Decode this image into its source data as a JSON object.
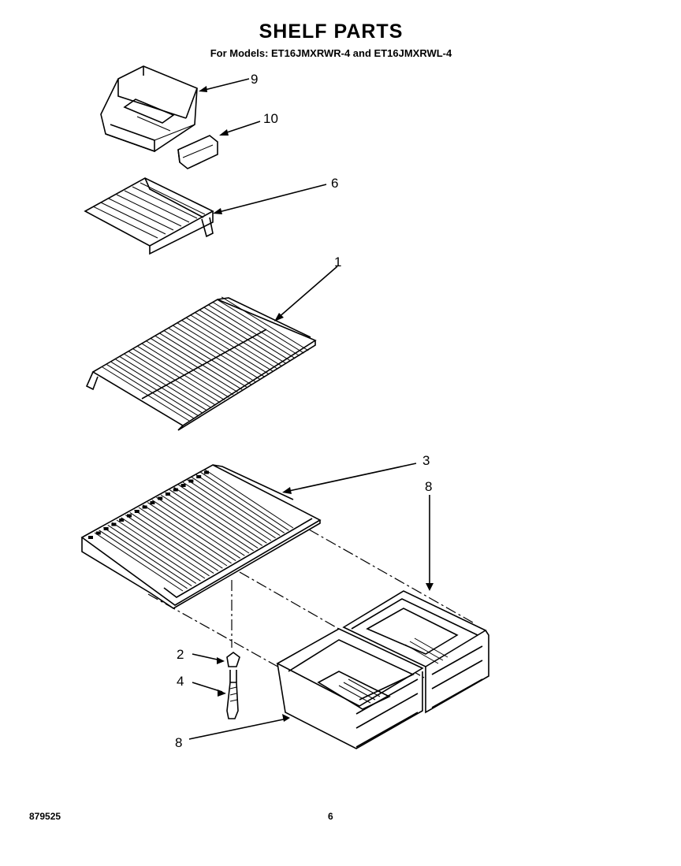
{
  "header": {
    "title": "SHELF PARTS",
    "subtitle": "For Models: ET16JMXRWR-4 and ET16JMXRWL-4"
  },
  "callouts": [
    {
      "id": "9",
      "label": "9"
    },
    {
      "id": "10",
      "label": "10"
    },
    {
      "id": "6",
      "label": "6"
    },
    {
      "id": "1",
      "label": "1"
    },
    {
      "id": "3",
      "label": "3"
    },
    {
      "id": "8a",
      "label": "8"
    },
    {
      "id": "2",
      "label": "2"
    },
    {
      "id": "4",
      "label": "4"
    },
    {
      "id": "8b",
      "label": "8"
    }
  ],
  "footer": {
    "doc_number": "879525",
    "page_number": "6"
  }
}
